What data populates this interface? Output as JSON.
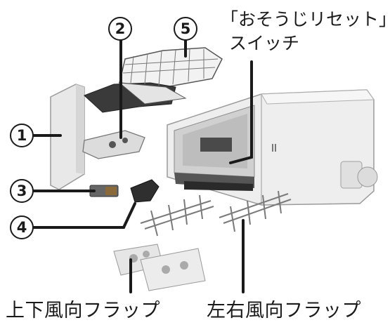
{
  "callouts": [
    {
      "number": "1"
    },
    {
      "number": "2"
    },
    {
      "number": "3"
    },
    {
      "number": "4"
    },
    {
      "number": "5"
    }
  ],
  "labels": {
    "reset_switch_line1": "「おそうじリセット」",
    "reset_switch_line2": "スイッチ",
    "vertical_louver": "上下風向フラップ",
    "horizontal_louver": "左右風向フラップ"
  },
  "colors": {
    "line": "#1a1a1a",
    "panel_fill": "#e6e6e6",
    "unit_fill": "#eeeeee",
    "dark_part": "#333333"
  }
}
